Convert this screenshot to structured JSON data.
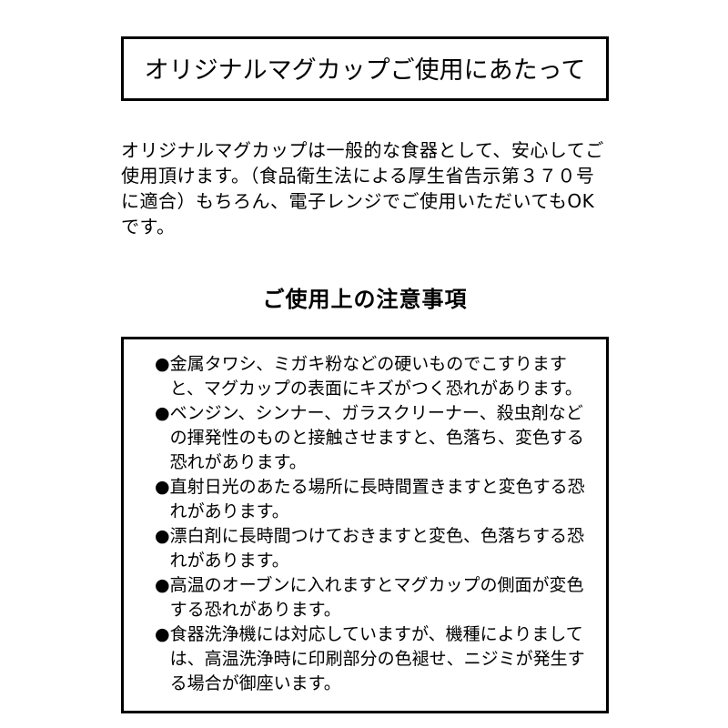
{
  "page": {
    "title": "オリジナルマグカップご使用にあたって",
    "intro": "オリジナルマグカップは一般的な食器として、安心してご使用頂けます。（食品衛生法による厚生省告示第３７０号に適合）もちろん、電子レンジでご使用いただいてもOKです。",
    "section_heading": "ご使用上の注意事項",
    "bullet": "●",
    "notes": [
      "金属タワシ、ミガキ粉などの硬いものでこすりますと、マグカップの表面にキズがつく恐れがあります。",
      "ベンジン、シンナー、ガラスクリーナー、殺虫剤などの揮発性のものと接触させますと、色落ち、変色する恐れがあります。",
      "直射日光のあたる場所に長時間置きますと変色する恐れがあります。",
      "漂白剤に長時間つけておきますと変色、色落ちする恐れがあります。",
      "高温のオーブンに入れますとマグカップの側面が変色する恐れがあります。",
      "食器洗浄機には対応していますが、機種によりましては、高温洗浄時に印刷部分の色褪せ、ニジミが発生する場合が御座います。"
    ],
    "colors": {
      "text": "#000000",
      "border": "#000000",
      "background": "#ffffff"
    }
  }
}
